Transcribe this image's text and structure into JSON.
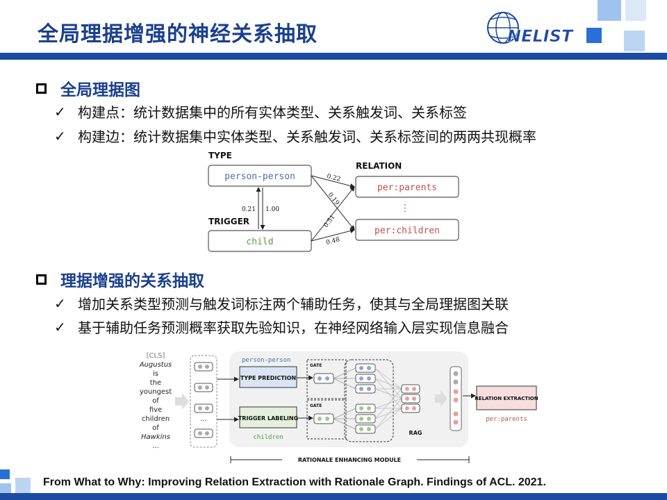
{
  "slide": {
    "title": "全局理据增强的神经关系抽取",
    "logo_text": "NELIST",
    "citation": "From What to Why: Improving Relation Extraction with Rationale Graph. Findings of ACL. 2021."
  },
  "sections": [
    {
      "heading": "全局理据图",
      "bullets": [
        "构建点：统计数据集中的所有实体类型、关系触发词、关系标签",
        "构建边：统计数据集中实体类型、关系触发词、关系标签间的两两共现概率"
      ]
    },
    {
      "heading": "理据增强的关系抽取",
      "bullets": [
        "增加关系类型预测与触发词标注两个辅助任务，使其与全局理据图关联",
        "基于辅助任务预测概率获取先验知识，在神经网络输入层实现信息融合"
      ]
    }
  ],
  "graph": {
    "type_label": "TYPE",
    "trigger_label": "TRIGGER",
    "relation_label": "RELATION",
    "type_node": "person-person",
    "trigger_node": "child",
    "relation_nodes": [
      "per:parents",
      "per:children"
    ],
    "ellipsis": "⋮",
    "edges": {
      "type_to_parents": "0.22",
      "type_to_children": "0.19",
      "trigger_to_parents": "0.51",
      "trigger_to_children": "0.48",
      "type_to_trigger": "0.21",
      "trigger_to_type": "1.00"
    }
  },
  "model": {
    "tokens": [
      "[CLS]",
      "Augustus",
      "is",
      "the",
      "youngest",
      "of",
      "five",
      "children",
      "of",
      "Hawkins",
      "..."
    ],
    "type_pred_text": "person-person",
    "type_pred_box": "TYPE PREDICTION",
    "trigger_box": "TRIGGER LABELING",
    "trigger_text": "children",
    "gate": "GATE",
    "rag": "RAG",
    "ellipsis": "...",
    "relation_box": "RELATION EXTRACTION",
    "output": "per:parents",
    "module_label": "RATIONALE ENHANCING MODULE"
  }
}
